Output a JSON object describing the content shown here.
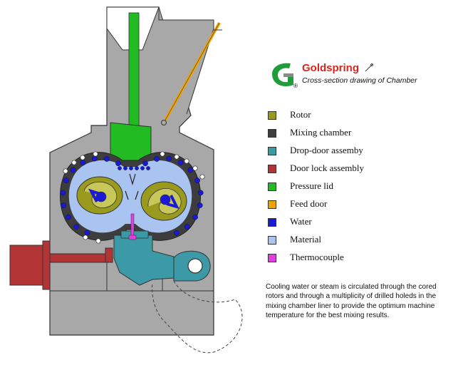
{
  "brand": {
    "name": "Goldspring",
    "subtitle": "Cross-section drawing of Chamber",
    "logo_letter": "G",
    "logo_mark": "®",
    "colors": {
      "red": "#d8261c",
      "green": "#1f9d3a",
      "gray": "#8a8a8a"
    }
  },
  "legend": [
    {
      "label": "Rotor",
      "color": "#9a9a1e"
    },
    {
      "label": "Mixing chamber",
      "color": "#3d3d3d"
    },
    {
      "label": "Drop-door assemby",
      "color": "#3c9aa6"
    },
    {
      "label": "Door lock assembly",
      "color": "#b23434"
    },
    {
      "label": "Pressure lid",
      "color": "#22bb22"
    },
    {
      "label": "Feed door",
      "color": "#f0a400"
    },
    {
      "label": "Water",
      "color": "#1a1ad6"
    },
    {
      "label": "Material",
      "color": "#a9c4f0"
    },
    {
      "label": "Thermocouple",
      "color": "#e040e0"
    }
  ],
  "description": "Cooling water or steam is circulated through the cored rotors and through a multiplicity of drilled holeds in the mixing chamber liner to provide the optimum machine temperature for the best mixing results.",
  "icons": [
    "pen-icon",
    "goldspring-logo-icon"
  ]
}
